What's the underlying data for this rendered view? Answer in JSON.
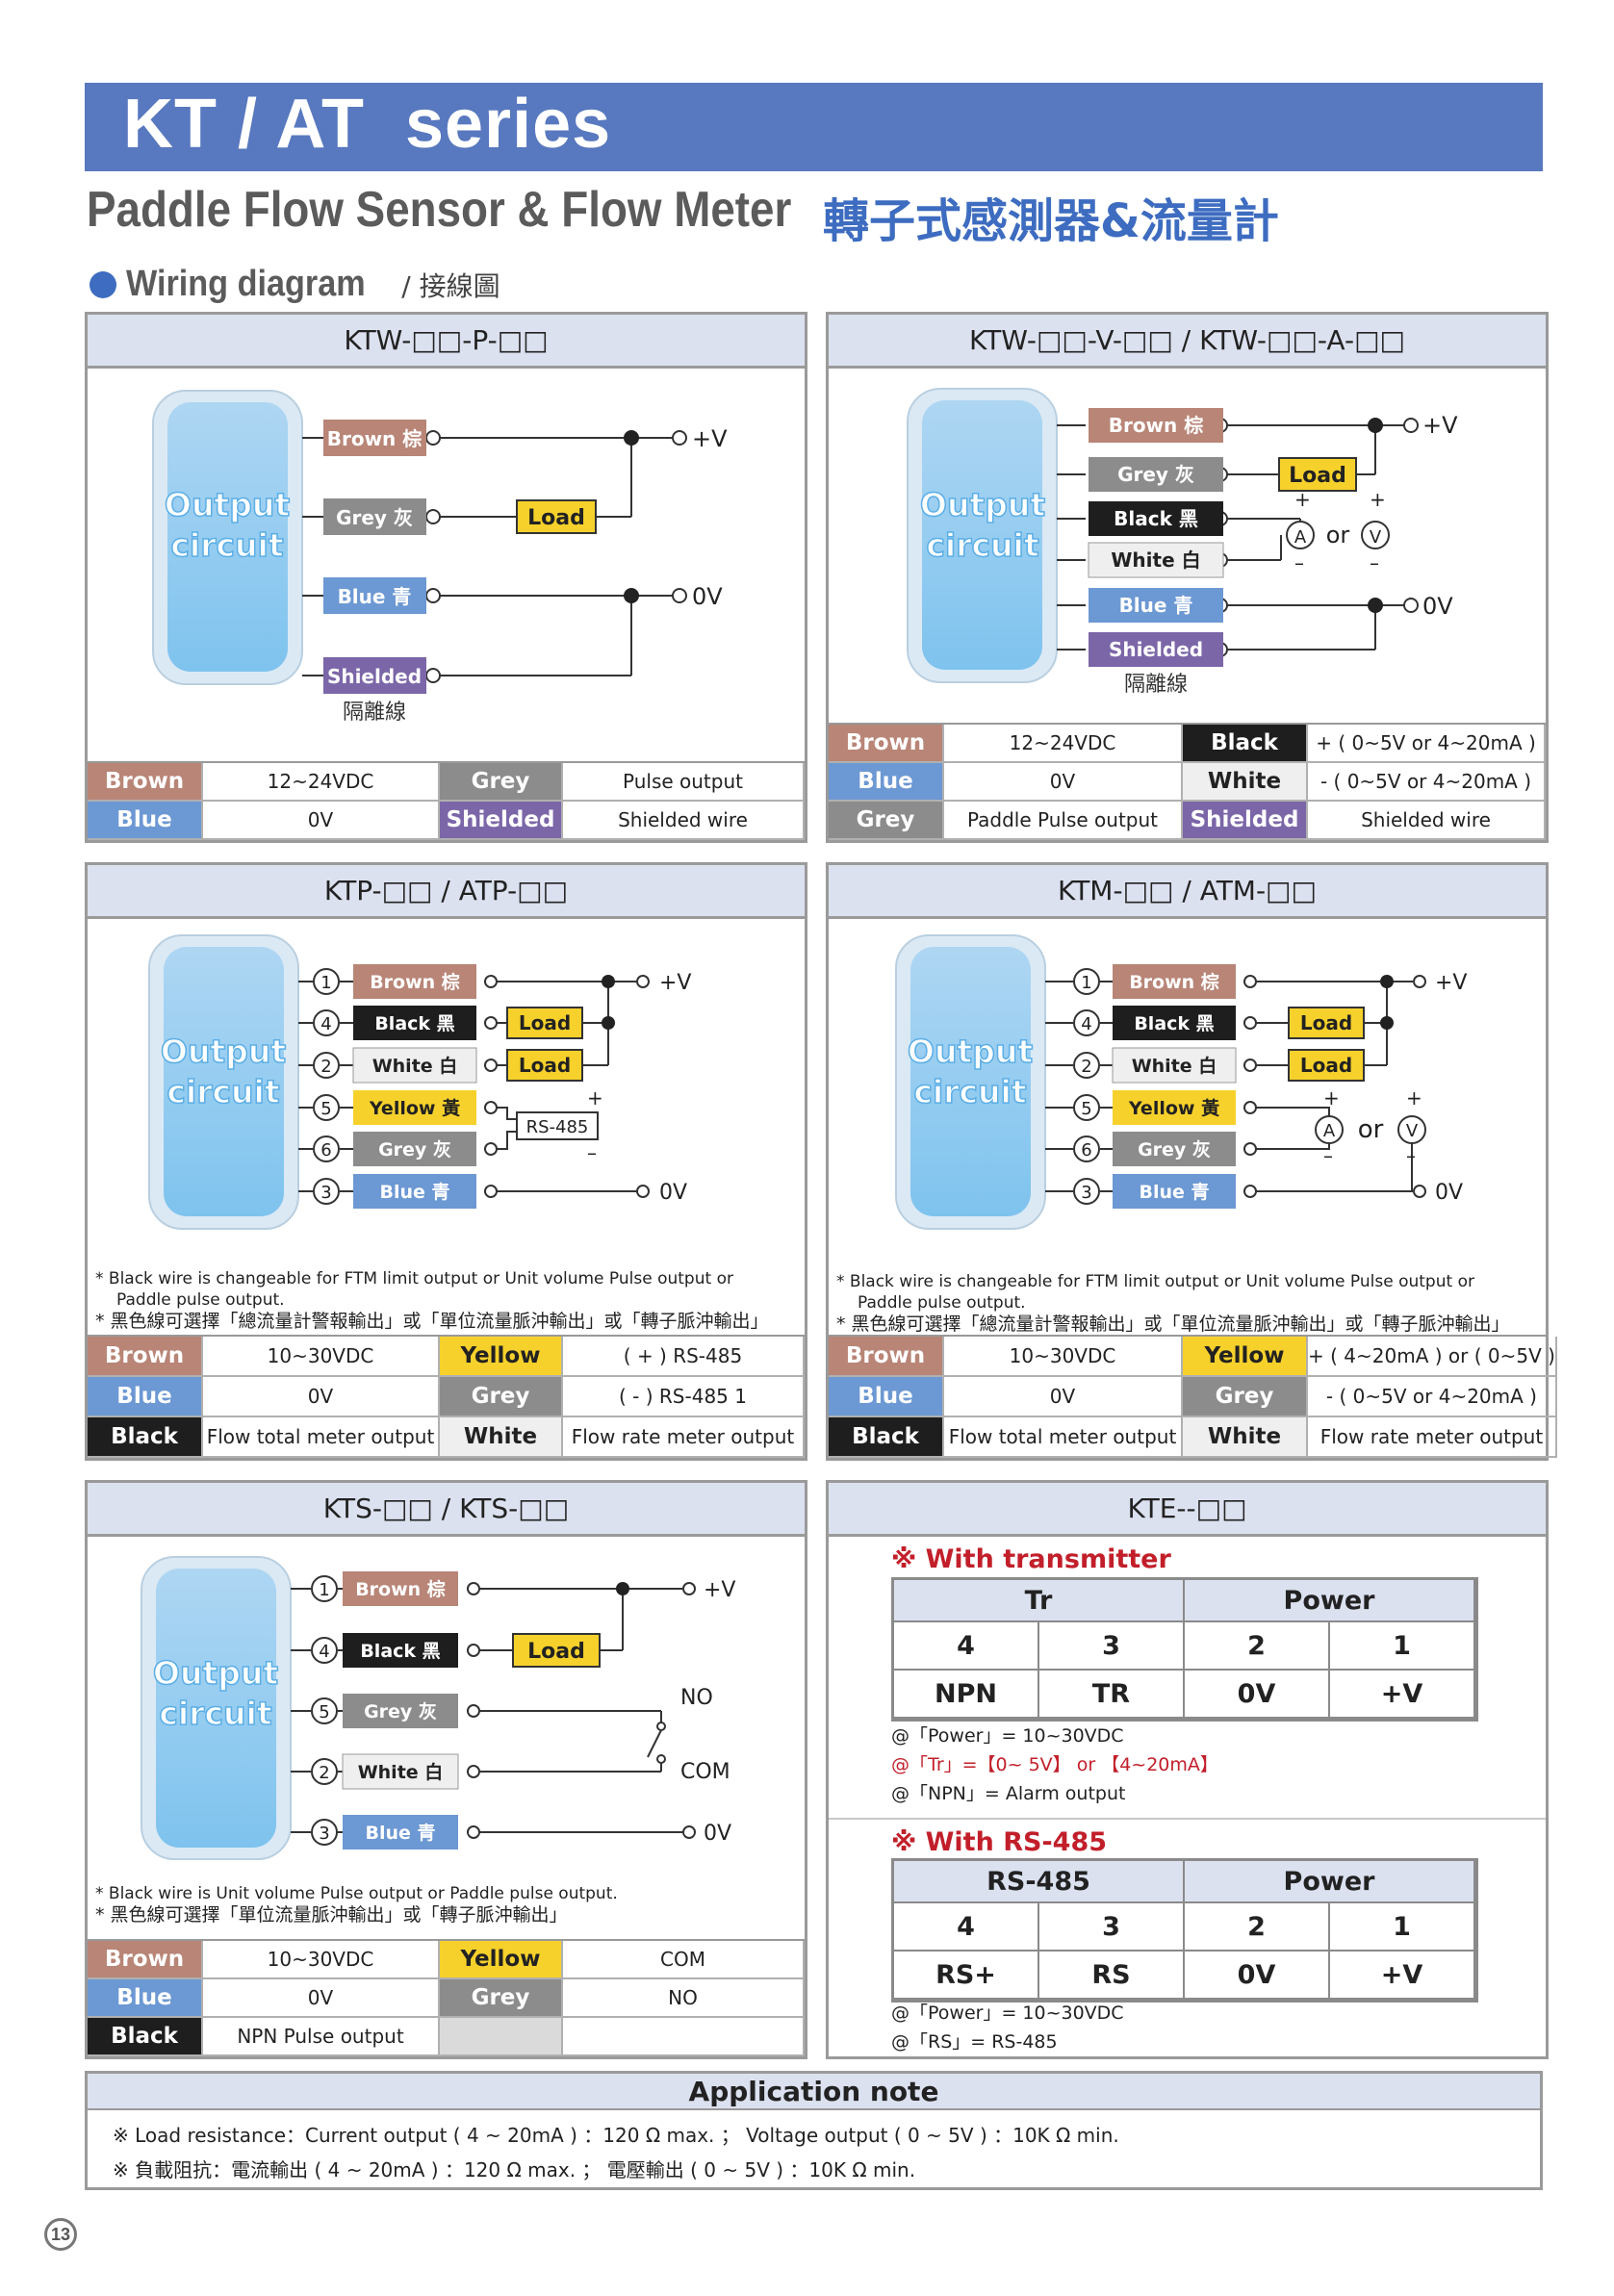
{
  "header": {
    "title": "KT / AT  series",
    "subtitle": "Paddle Flow Sensor & Flow Meter",
    "subtitle_zh": "轉子式感測器&流量計",
    "section": "Wiring diagram",
    "section_zh": "/ 接線圖"
  },
  "common": {
    "output_circuit": [
      "Output",
      "circuit"
    ],
    "brown": "Brown 棕",
    "grey": "Grey 灰",
    "blue": "Blue 青",
    "black": "Black 黑",
    "white": "White 白",
    "yellow": "Yellow 黃",
    "shielded": "Shielded",
    "shielded_zh": "隔離線",
    "load": "Load",
    "plus_v": "+V",
    "zero_v": "0V",
    "rs485_box": "RS-485",
    "or": "or",
    "ammeter": "A",
    "voltmeter": "V",
    "no": "NO",
    "com": "COM",
    "n1": "1",
    "n2": "2",
    "n3": "3",
    "n4": "4",
    "n5": "5",
    "n6": "6"
  },
  "panel1": {
    "title": "KTW-□□-P-□□",
    "table": [
      "Brown",
      "12~24VDC",
      "Grey",
      "Pulse output",
      "Blue",
      "0V",
      "Shielded",
      "Shielded wire"
    ]
  },
  "panel2": {
    "title": "KTW-□□-V-□□ / KTW-□□-A-□□",
    "table": [
      "Brown",
      "12~24VDC",
      "Black",
      "+ ( 0~5V or 4~20mA )",
      "Blue",
      "0V",
      "White",
      "- ( 0~5V or 4~20mA )",
      "Grey",
      "Paddle Pulse output",
      "Shielded",
      "Shielded wire"
    ]
  },
  "panel3": {
    "title": "KTP-□□ / ATP-□□",
    "note1": "* Black wire is changeable for FTM limit output or Unit volume Pulse output or",
    "note2": "Paddle pulse output.",
    "note3": "* 黑色線可選擇「總流量計警報輸出」或「單位流量脈沖輸出」或「轉子脈沖輸出」",
    "table": [
      "Brown",
      "10~30VDC",
      "Yellow",
      "( + ) RS-485",
      "Blue",
      "0V",
      "Grey",
      "( - ) RS-485 1",
      "Black",
      "Flow total meter output",
      "White",
      "Flow rate meter output"
    ]
  },
  "panel4": {
    "title": "KTM-□□ / ATM-□□",
    "note1": "* Black wire is changeable for FTM limit output or Unit volume Pulse output or",
    "note2": "Paddle pulse output.",
    "note3": "* 黑色線可選擇「總流量計警報輸出」或「單位流量脈沖輸出」或「轉子脈沖輸出」",
    "table": [
      "Brown",
      "10~30VDC",
      "Yellow",
      "+ ( 4~20mA ) or ( 0~5V )",
      "Blue",
      "0V",
      "Grey",
      "- ( 0~5V or 4~20mA )",
      "Black",
      "Flow total meter output",
      "White",
      "Flow rate meter output"
    ]
  },
  "panel5": {
    "title": "KTS-□□ / KTS-□□",
    "note1": "* Black wire is Unit volume Pulse output or Paddle pulse output.",
    "note2": "* 黑色線可選擇「單位流量脈沖輸出」或「轉子脈沖輸出」",
    "table": [
      "Brown",
      "10~30VDC",
      "Yellow",
      "COM",
      "Blue",
      "0V",
      "Grey",
      "NO",
      "Black",
      "NPN Pulse output",
      "",
      ""
    ]
  },
  "panel6": {
    "title": "KTE--□□",
    "sec1": "※ With transmitter",
    "sec1_head": [
      "Tr",
      "Power"
    ],
    "sec1_nums": [
      "4",
      "3",
      "2",
      "1"
    ],
    "sec1_vals": [
      "NPN",
      "TR",
      "0V",
      "+V"
    ],
    "sec1_notes": [
      "@「Power」= 10~30VDC",
      "@「Tr」=【0~ 5V】 or 【4~20mA】",
      "@「NPN」= Alarm output"
    ],
    "sec2": "※ With RS-485",
    "sec2_head": [
      "RS-485",
      "Power"
    ],
    "sec2_nums": [
      "4",
      "3",
      "2",
      "1"
    ],
    "sec2_vals": [
      "RS+",
      "RS",
      "0V",
      "+V"
    ],
    "sec2_notes": [
      "@「Power」= 10~30VDC",
      "@「RS」= RS-485"
    ]
  },
  "application": {
    "title": "Application note",
    "line1": "※ Load resistance：Current output ( 4 ~ 20mA ) ：120 Ω max. ； Voltage output ( 0 ~ 5V ) ：10K Ω min.",
    "line2": "※ 負載阻抗：電流輸出 ( 4 ~ 20mA ) ：120 Ω max. ； 電壓輸出 ( 0 ~ 5V ) ：10K Ω min."
  },
  "page_number": "13",
  "colors": {
    "header": "#5878bf",
    "brown": "#b88577",
    "blue": "#6c98d3",
    "grey": "#8c8c8c",
    "shielded": "#7b66a8",
    "yellow": "#f7d12b",
    "accent_red": "#c21f2a"
  }
}
